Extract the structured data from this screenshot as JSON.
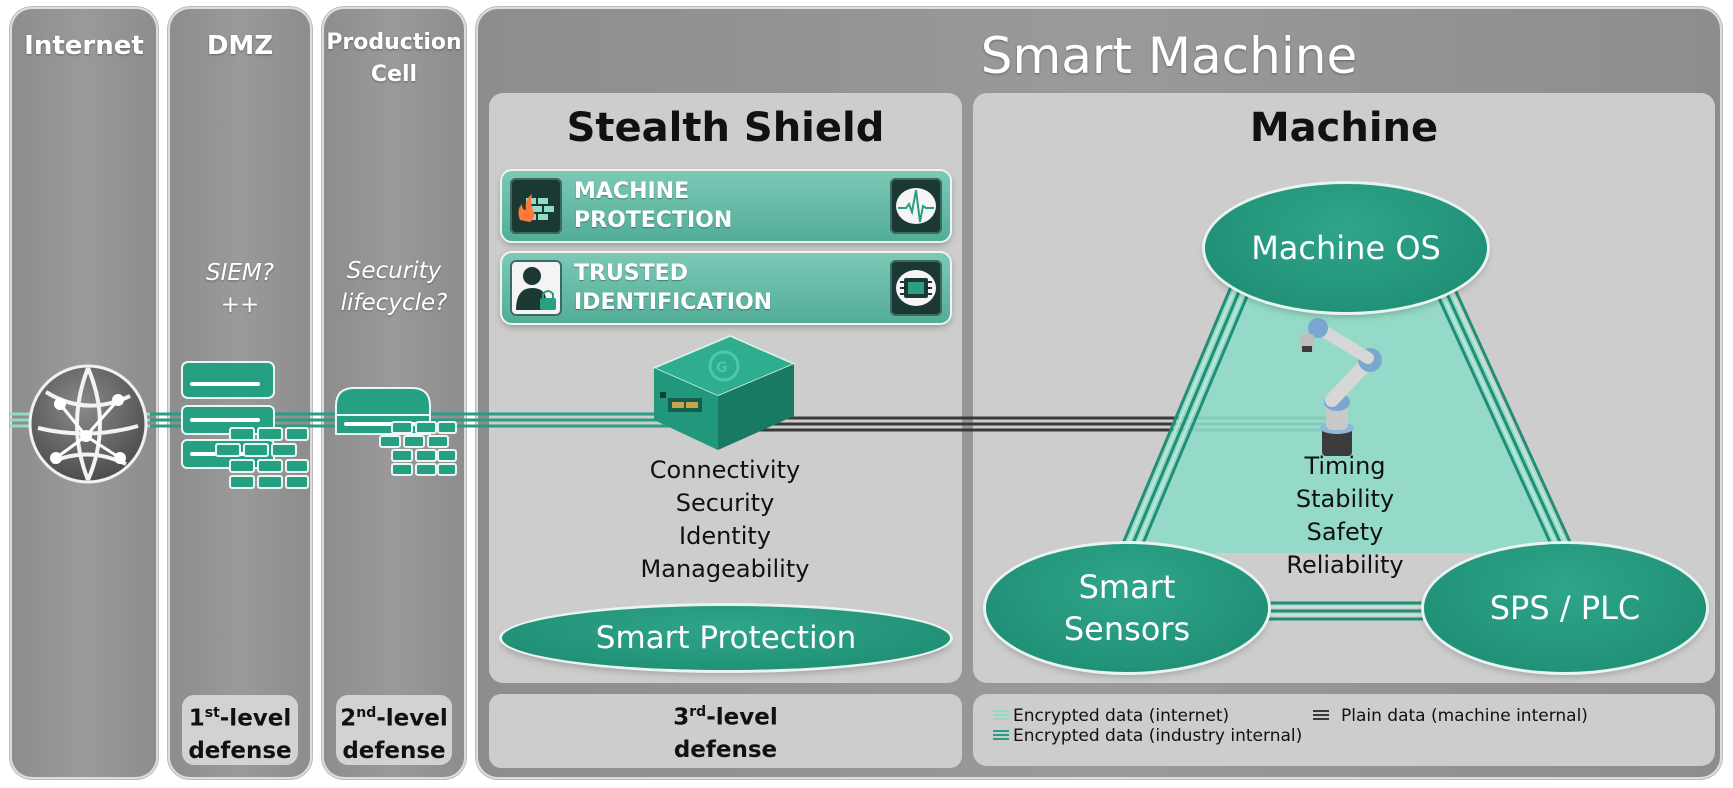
{
  "columns": {
    "internet": {
      "title": "Internet"
    },
    "dmz": {
      "title": "DMZ",
      "hint_line1": "SIEM?",
      "hint_line2": "++",
      "defense_ord": "1",
      "defense_sup": "st",
      "defense_rest": "-level",
      "defense_line2": "defense"
    },
    "production_cell": {
      "title_line1": "Production",
      "title_line2": "Cell",
      "hint_line1": "Security",
      "hint_line2": "lifecycle?",
      "defense_ord": "2",
      "defense_sup": "nd",
      "defense_rest": "-level",
      "defense_line2": "defense"
    }
  },
  "smart_machine": {
    "title": "Smart Machine",
    "stealth_shield": {
      "title": "Stealth Shield",
      "features": [
        {
          "line1": "MACHINE",
          "line2": "PROTECTION",
          "left_icon": "firewall-icon",
          "right_icon": "signal-monitor-icon"
        },
        {
          "line1": "TRUSTED",
          "line2": "IDENTIFICATION",
          "left_icon": "user-lock-icon",
          "right_icon": "chip-icon"
        }
      ],
      "capabilities": [
        "Connectivity",
        "Security",
        "Identity",
        "Manageability"
      ],
      "ellipse_label": "Smart Protection",
      "defense_ord": "3",
      "defense_sup": "rd",
      "defense_rest": "-level",
      "defense_line2": "defense"
    },
    "machine": {
      "title": "Machine",
      "nodes": {
        "os": "Machine OS",
        "sensors_line1": "Smart",
        "sensors_line2": "Sensors",
        "plc": "SPS / PLC"
      },
      "properties": [
        "Timing",
        "Stability",
        "Safety",
        "Reliability"
      ]
    },
    "legend": {
      "encrypted_internet": "Encrypted data (internet)",
      "encrypted_industry": "Encrypted data (industry internal)",
      "plain_machine": "Plain data (machine internal)"
    }
  },
  "colors": {
    "teal": "#2a9d82",
    "teal_light": "#8fdcc8",
    "grey_column": "#959595",
    "panel": "#cdcdcd",
    "plain_line": "#3a3a3a"
  },
  "icons": [
    "globe-icon",
    "server-firewall-icon",
    "gateway-firewall-icon",
    "stealth-shield-device-icon",
    "robot-arm-icon"
  ]
}
